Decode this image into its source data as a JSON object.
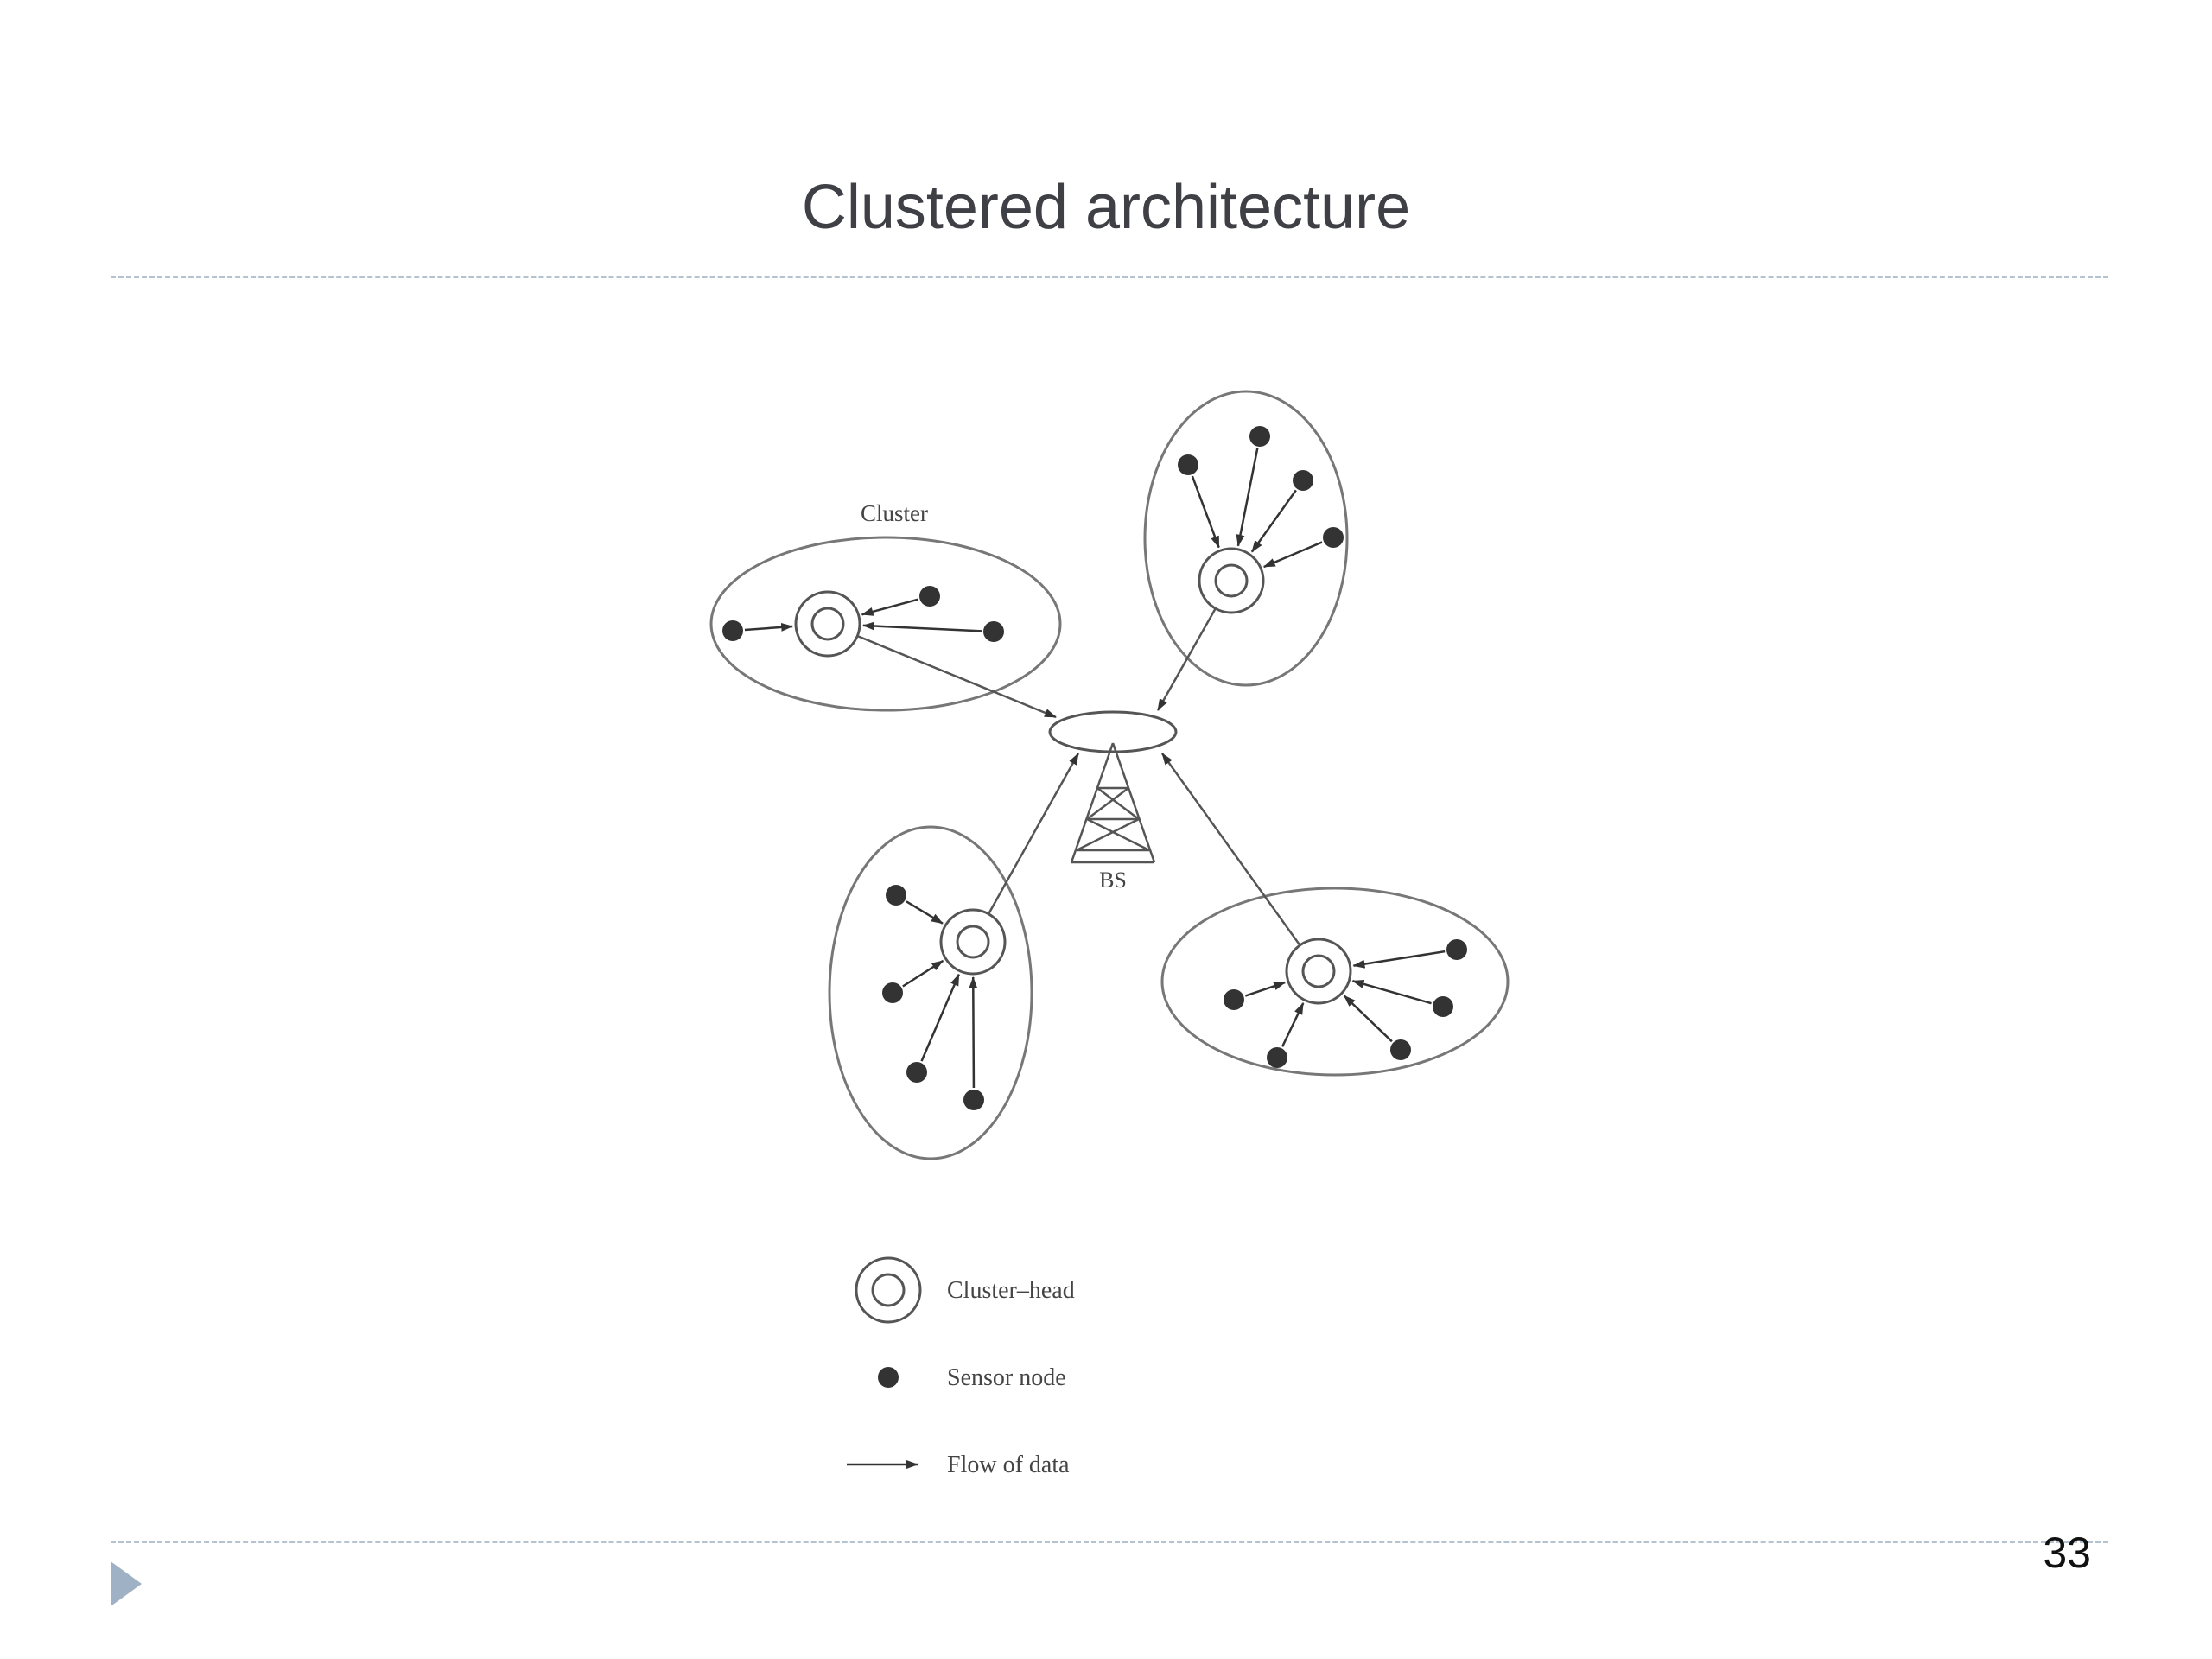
{
  "slide": {
    "title": "Clustered architecture",
    "page_number": "33"
  },
  "diagram": {
    "cluster_label": "Cluster",
    "base_station_label": "BS",
    "legend": {
      "cluster_head": "Cluster–head",
      "sensor_node": "Sensor node",
      "flow_of_data": "Flow of data"
    }
  },
  "colors": {
    "title_text": "#3f3f46",
    "rule": "#b5c2cf",
    "nav_arrow": "#9fb1c4",
    "diagram_ink": "#333333"
  }
}
